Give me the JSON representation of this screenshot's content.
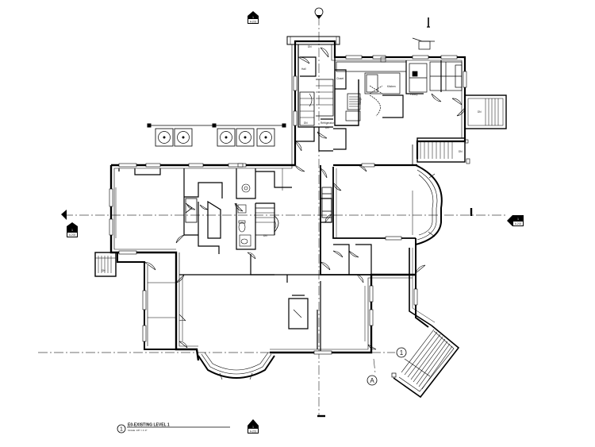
{
  "title_block": {
    "number": "1",
    "title": "E0-EXISTING LEVEL 1",
    "scale": "SCALE: 1/8\" = 1'-0\""
  },
  "grid_bubbles": {
    "one": "1",
    "a": "A"
  },
  "elevation_markers": {
    "north": {
      "num": "1",
      "ref": "A-201"
    },
    "south": {
      "num": "1",
      "ref": "A-201"
    },
    "east": {
      "num": "1",
      "ref": "A-202"
    },
    "west": {
      "num": "1",
      "ref": "A-202"
    }
  },
  "stair_note": "DN",
  "room_tags": [
    "Hall",
    "Closet",
    "Refrigerator",
    "Range",
    "Pantry",
    "Kitchen"
  ]
}
